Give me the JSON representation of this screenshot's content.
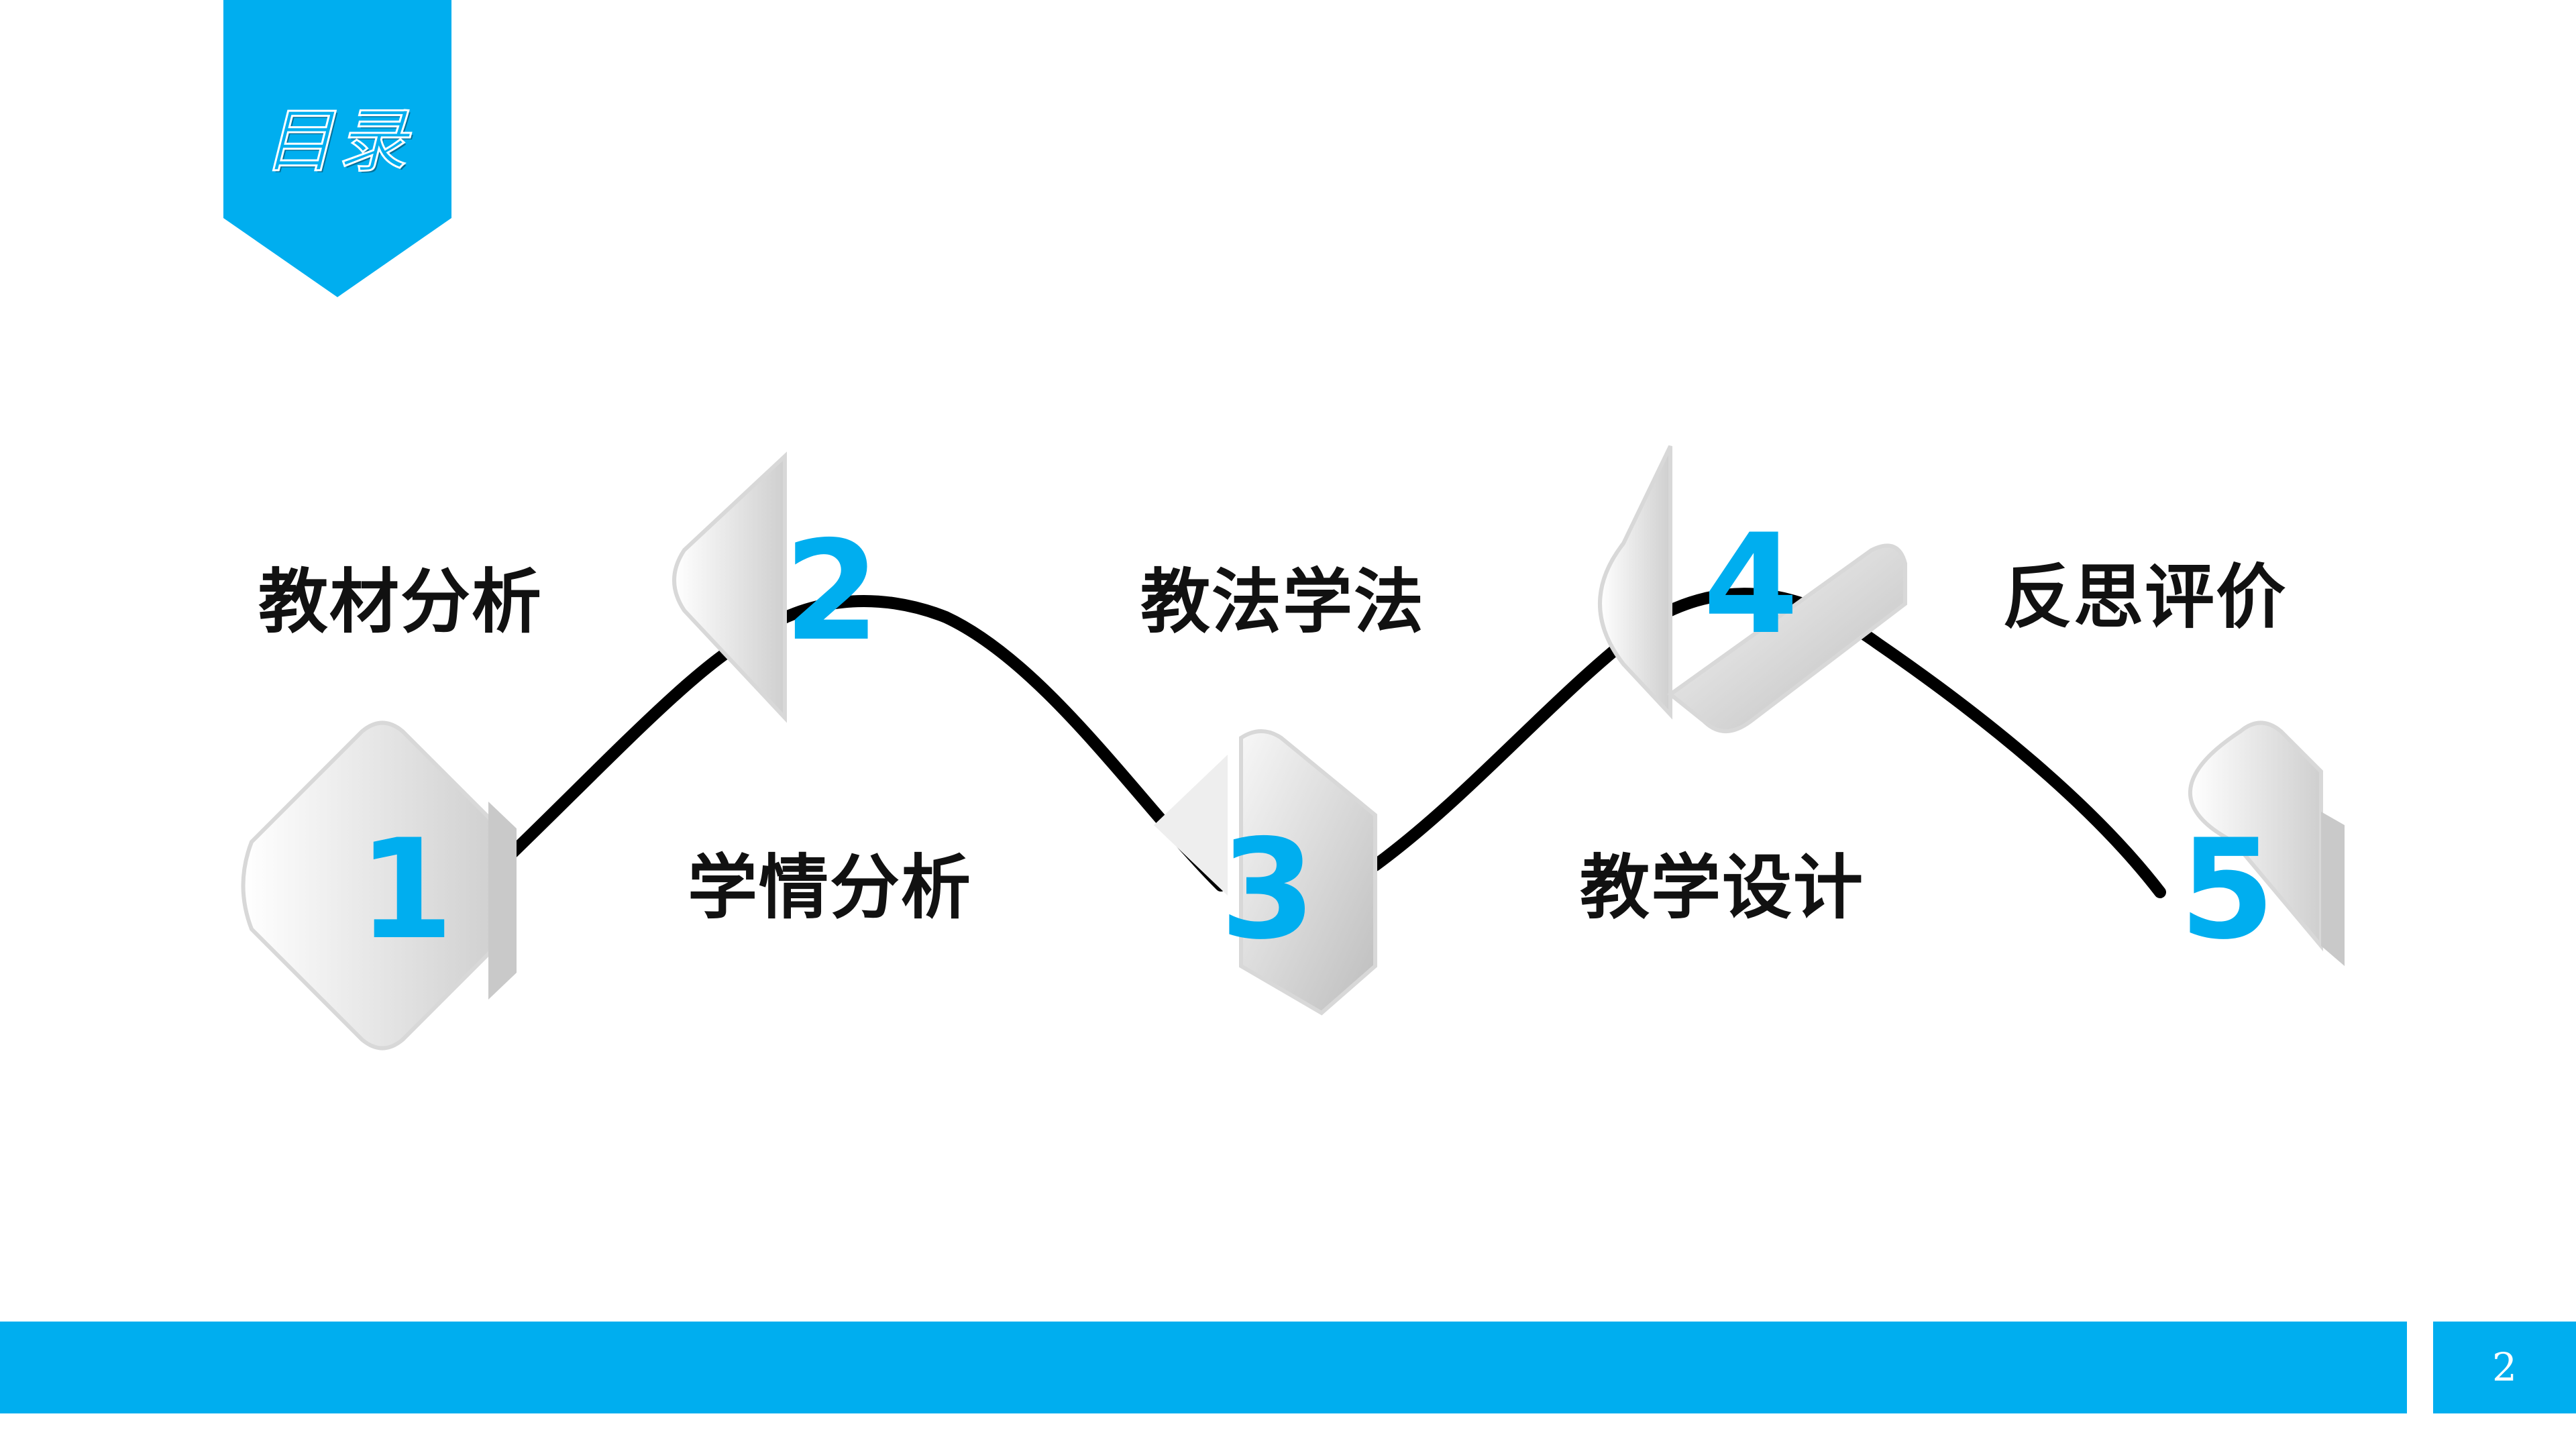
{
  "title": "目录",
  "sections": [
    {
      "num": "1",
      "label": "教材分析"
    },
    {
      "num": "2",
      "label": "学情分析"
    },
    {
      "num": "3",
      "label": "教法学法"
    },
    {
      "num": "4",
      "label": "教学设计"
    },
    {
      "num": "5",
      "label": "反思评价"
    }
  ],
  "page_number": "2",
  "colors": {
    "accent": "#00aeef",
    "text": "#111111",
    "line": "#000000"
  }
}
